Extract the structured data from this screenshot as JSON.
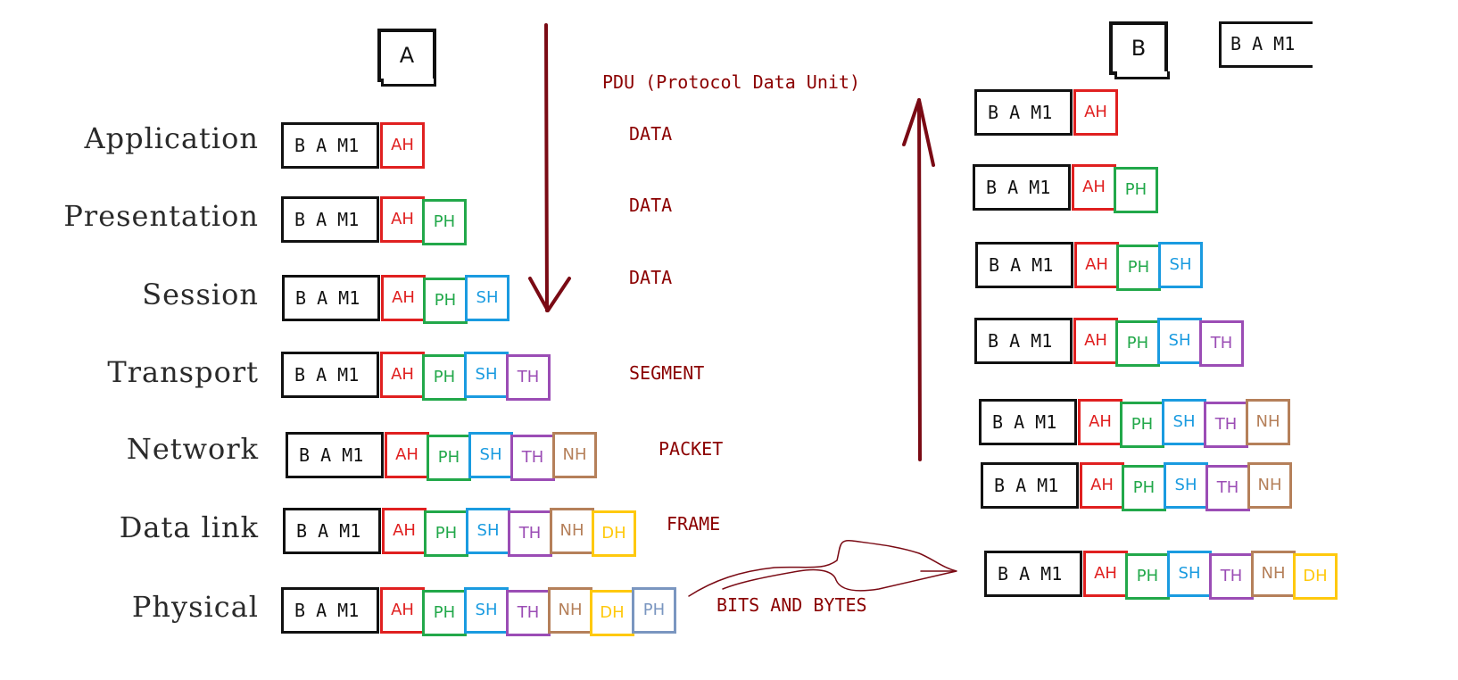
{
  "host_a": "A",
  "host_b": "B",
  "message_chip": "B A M1",
  "pdu_title": "PDU (Protocol Data Unit)",
  "payload": "B A M1",
  "layers": [
    {
      "name": "Application",
      "pdu": "DATA",
      "headers": [
        "AH"
      ]
    },
    {
      "name": "Presentation",
      "pdu": "DATA",
      "headers": [
        "AH",
        "PH"
      ]
    },
    {
      "name": "Session",
      "pdu": "DATA",
      "headers": [
        "AH",
        "PH",
        "SH"
      ]
    },
    {
      "name": "Transport",
      "pdu": "SEGMENT",
      "headers": [
        "AH",
        "PH",
        "SH",
        "TH"
      ]
    },
    {
      "name": "Network",
      "pdu": "PACKET",
      "headers": [
        "AH",
        "PH",
        "SH",
        "TH",
        "NH"
      ]
    },
    {
      "name": "Data link",
      "pdu": "FRAME",
      "headers": [
        "AH",
        "PH",
        "SH",
        "TH",
        "NH",
        "DH"
      ]
    },
    {
      "name": "Physical",
      "pdu": "BITS AND BYTES",
      "headers": [
        "AH",
        "PH",
        "SH",
        "TH",
        "NH",
        "DH",
        "PH"
      ]
    }
  ],
  "receiver_stack": [
    {
      "headers": [
        "AH"
      ]
    },
    {
      "headers": [
        "AH",
        "PH"
      ]
    },
    {
      "headers": [
        "AH",
        "PH",
        "SH"
      ]
    },
    {
      "headers": [
        "AH",
        "PH",
        "SH",
        "TH"
      ]
    },
    {
      "headers": [
        "AH",
        "PH",
        "SH",
        "TH",
        "NH"
      ]
    },
    {
      "headers": [
        "AH",
        "PH",
        "SH",
        "TH",
        "NH"
      ]
    },
    {
      "headers": [
        "AH",
        "PH",
        "SH",
        "TH",
        "NH",
        "DH"
      ]
    }
  ],
  "header_colors": {
    "AH": "#e02020",
    "PH": "#22a84a",
    "SH": "#1a9be0",
    "TH": "#9b4db5",
    "NH": "#b5805a",
    "DH": "#ffc90e",
    "PH2": "#7a96c0"
  },
  "arrow_color": "#7a0a14"
}
